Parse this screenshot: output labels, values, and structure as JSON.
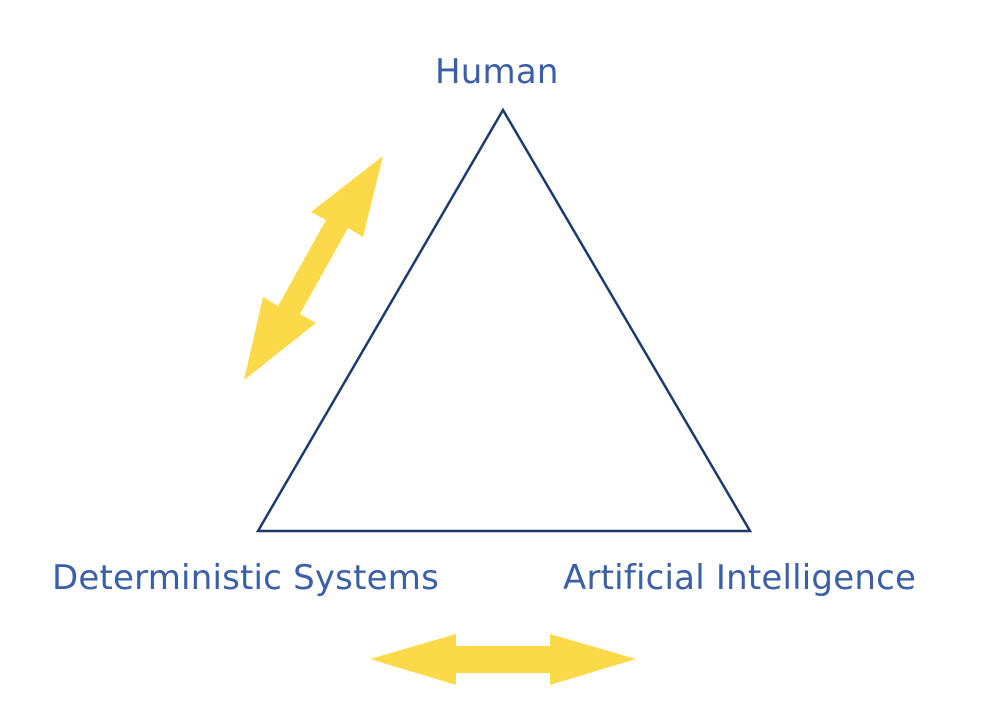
{
  "diagram": {
    "nodes": [
      {
        "id": "human",
        "label": "Human"
      },
      {
        "id": "deterministic",
        "label": "Deterministic Systems"
      },
      {
        "id": "ai",
        "label": "Artificial Intelligence"
      }
    ],
    "arrows": [
      {
        "id": "human-deterministic",
        "direction": "bidirectional",
        "between": [
          "Human",
          "Deterministic Systems"
        ]
      },
      {
        "id": "deterministic-ai",
        "direction": "bidirectional",
        "between": [
          "Deterministic Systems",
          "Artificial Intelligence"
        ]
      }
    ]
  },
  "colors": {
    "label_text": "#3a5ea8",
    "triangle_stroke": "#1b3a6b",
    "arrow_fill": "#fcd949",
    "background": "#ffffff"
  }
}
